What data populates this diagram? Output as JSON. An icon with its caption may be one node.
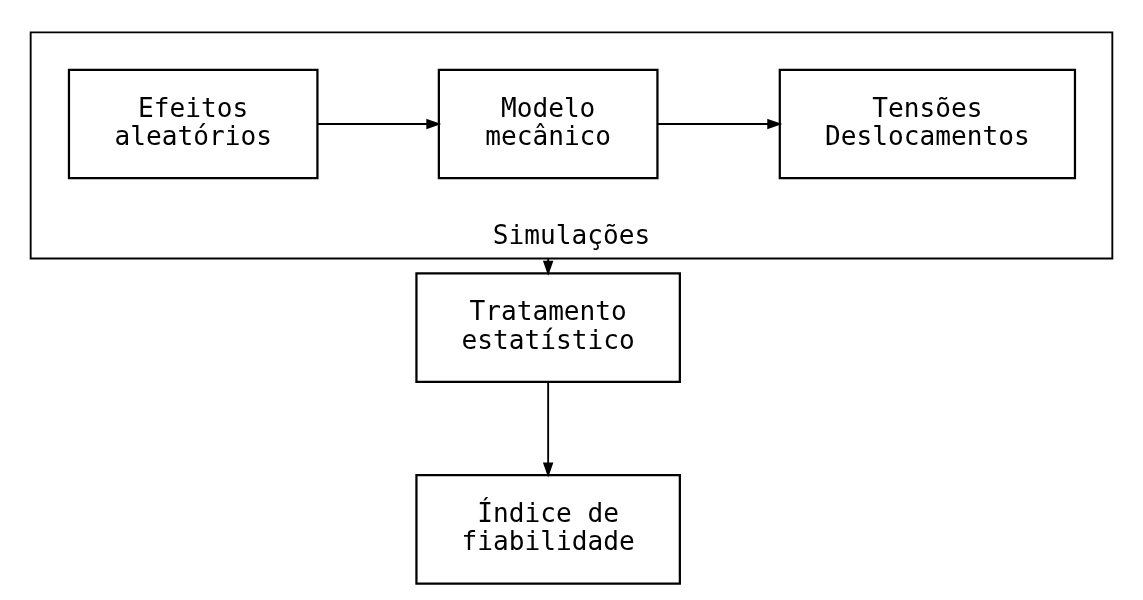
{
  "diagram": {
    "nodes": [
      {
        "text": [
          "Simulações"
        ]
      },
      {
        "text": [
          "Efeitos aleatórios"
        ],
        "in": 0
      },
      {
        "text": [
          "Modelo mecânico"
        ],
        "in": 0
      },
      {
        "text": [
          "Tensões Deslocamentos"
        ],
        "in": 0
      },
      {
        "text": [
          "Tratamento estatístico"
        ]
      },
      {
        "text": [
          "Índice de fiabilidade"
        ]
      }
    ],
    "edges": [
      {
        "from": 1,
        "to": 2,
        "arrow": "to"
      },
      {
        "from": 2,
        "to": 3,
        "arrow": "to"
      },
      {
        "from": 0,
        "to": 4,
        "arrow": "to"
      },
      {
        "from": 4,
        "to": 5,
        "arrow": "to"
      }
    ]
  }
}
